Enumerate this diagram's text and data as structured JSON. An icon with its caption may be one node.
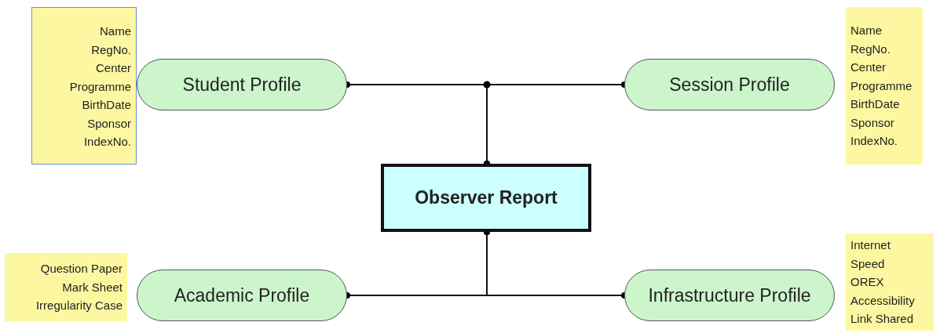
{
  "diagram": {
    "nodes": [
      {
        "text": [
          "Name",
          "RegNo.",
          "Center",
          "Programme",
          "BirthDate",
          "Sponsor",
          "IndexNo."
        ]
      },
      {
        "text": [
          "Student Profile"
        ]
      },
      {
        "text": [
          "Session Profile"
        ]
      },
      {
        "text": [
          "Name",
          "RegNo.",
          "Center",
          "Programme",
          "BirthDate",
          "Sponsor",
          "IndexNo."
        ]
      },
      {
        "text": [
          "Observer Report"
        ]
      },
      {
        "text": [
          "Question Paper",
          "Mark Sheet",
          "Irregularity Case"
        ]
      },
      {
        "text": [
          "Academic Profile"
        ]
      },
      {
        "text": [
          "Infrastructure Profile"
        ]
      },
      {
        "text": [
          "Internet",
          "Speed",
          "OREX",
          "Accessibility",
          "Link Shared"
        ]
      }
    ],
    "edges": [
      {
        "from": 4,
        "to": 1,
        "arrow": "other"
      },
      {
        "from": 4,
        "to": 2,
        "arrow": "other"
      },
      {
        "from": 4,
        "to": 6,
        "arrow": "other"
      },
      {
        "from": 4,
        "to": 7,
        "arrow": "other"
      }
    ]
  }
}
